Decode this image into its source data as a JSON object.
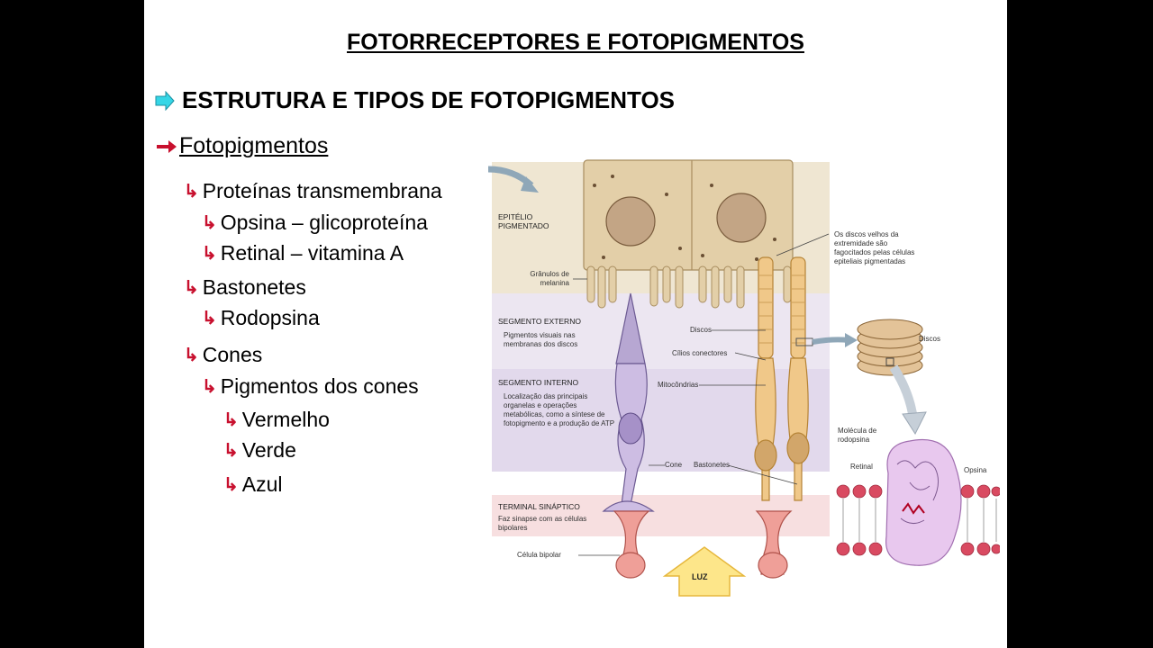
{
  "slide": {
    "title": "FOTORRECEPTORES E FOTOPIGMENTOS",
    "heading": "ESTRUTURA E TIPOS DE FOTOPIGMENTOS",
    "bullets": {
      "fotopigmentos": "Fotopigmentos",
      "proteinas": "Proteínas transmembrana",
      "opsina": "Opsina – glicoproteína",
      "retinal": "Retinal – vitamina A",
      "bastonetes": "Bastonetes",
      "rodopsina": "Rodopsina",
      "cones": "Cones",
      "pigmentos_cones": "Pigmentos dos cones",
      "vermelho": "Vermelho",
      "verde": "Verde",
      "azul": "Azul"
    }
  },
  "diagram": {
    "epitelio": "EPITÉLIO PIGMENTADO",
    "granulos": "Grânulos de melanina",
    "seg_externo": "SEGMENTO EXTERNO",
    "seg_externo_desc": "Pigmentos visuais nas membranas dos discos",
    "seg_interno": "SEGMENTO INTERNO",
    "seg_interno_desc": "Localização das principais organelas e operações metabólicas, como a síntese de fotopigmento e a produção de ATP",
    "terminal": "TERMINAL SINÁPTICO",
    "terminal_desc": "Faz sinapse com as células bipolares",
    "celula_bipolar": "Célula bipolar",
    "luz": "LUZ",
    "discos": "Discos",
    "cilios": "Cílios conectores",
    "mitocondrias": "Mitocôndrias",
    "cone": "Cone",
    "bastonetes": "Bastonetes",
    "discos_velhos": "Os discos velhos da extremidade são fagocitados pelas células epiteliais pigmentadas",
    "discos_right": "Discos",
    "molecula": "Molécula de rodopsina",
    "retinal": "Retinal",
    "opsina": "Opsina"
  }
}
